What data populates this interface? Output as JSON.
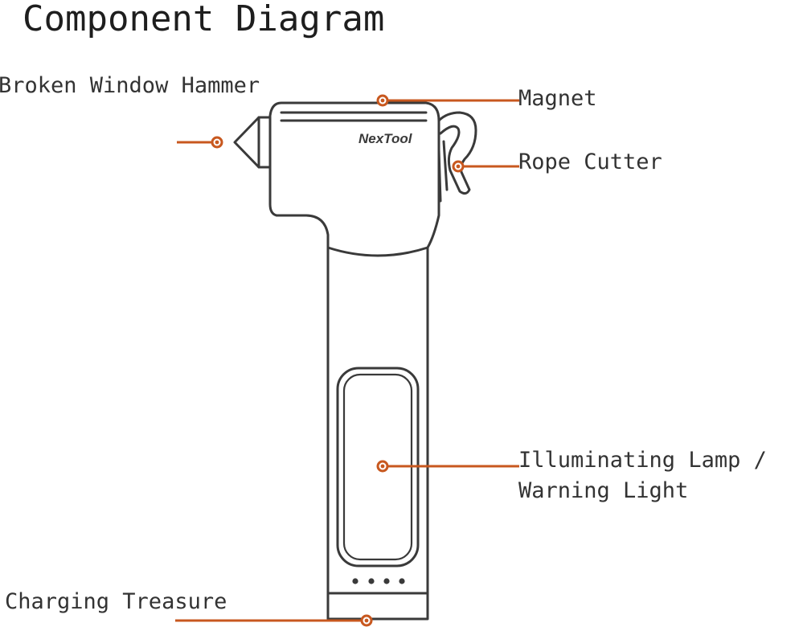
{
  "title": "Component Diagram",
  "brand": "NexTool",
  "labels": {
    "hammer": "Broken Window Hammer",
    "magnet": "Magnet",
    "rope_cutter": "Rope Cutter",
    "lamp_line1": "Illuminating Lamp /",
    "lamp_line2": "Warning Light",
    "charging": "Charging Treasure"
  },
  "colors": {
    "callout": "#c8581f",
    "outline": "#3a3a3a",
    "text": "#333333"
  }
}
